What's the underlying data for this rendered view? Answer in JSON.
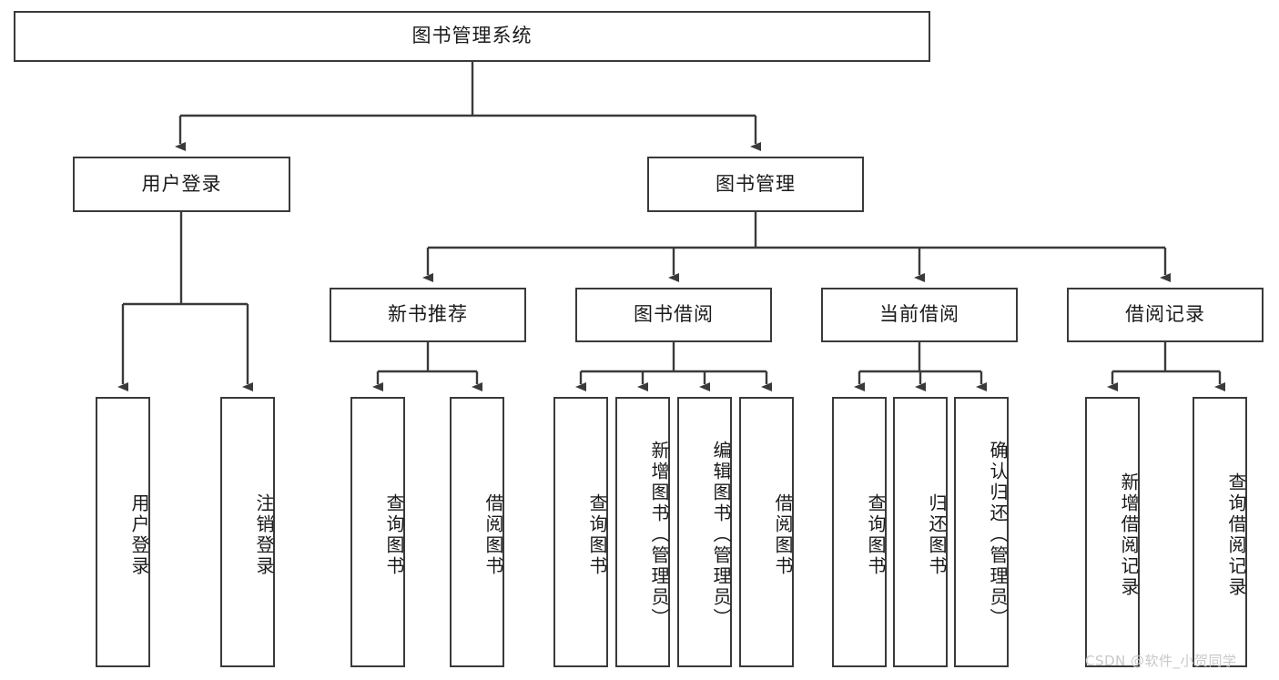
{
  "diagram": {
    "title": "图书管理系统",
    "type": "tree-hierarchy",
    "watermark": "CSDN @软件_小贺同学",
    "colors": {
      "node_border": "#3a3a3a",
      "node_fill": "#ffffff",
      "edge": "#3a3a3a",
      "text": "#1a1a1a",
      "watermark": "#c8c8c8",
      "background": "#ffffff"
    },
    "nodes": {
      "root": {
        "label": "图书管理系统"
      },
      "level2": [
        {
          "id": "user-login",
          "label": "用户登录"
        },
        {
          "id": "book-manage",
          "label": "图书管理"
        }
      ],
      "level3": [
        {
          "id": "new-book-rec",
          "label": "新书推荐"
        },
        {
          "id": "book-borrow",
          "label": "图书借阅"
        },
        {
          "id": "current-borrow",
          "label": "当前借阅"
        },
        {
          "id": "borrow-record",
          "label": "借阅记录"
        }
      ],
      "leaves": {
        "user-login": [
          {
            "id": "leaf-user-login",
            "label": "用户登录"
          },
          {
            "id": "leaf-logout",
            "label": "注销登录"
          }
        ],
        "new-book-rec": [
          {
            "id": "leaf-query-book-1",
            "label": "查询图书"
          },
          {
            "id": "leaf-borrow-book-1",
            "label": "借阅图书"
          }
        ],
        "book-borrow": [
          {
            "id": "leaf-query-book-2",
            "label": "查询图书"
          },
          {
            "id": "leaf-add-book",
            "label": "新增图书（管理员）"
          },
          {
            "id": "leaf-edit-book",
            "label": "编辑图书（管理员）"
          },
          {
            "id": "leaf-borrow-book-2",
            "label": "借阅图书"
          }
        ],
        "current-borrow": [
          {
            "id": "leaf-query-book-3",
            "label": "查询图书"
          },
          {
            "id": "leaf-return-book",
            "label": "归还图书"
          },
          {
            "id": "leaf-confirm-return",
            "label": "确认归还（管理员）"
          }
        ],
        "borrow-record": [
          {
            "id": "leaf-add-record",
            "label": "新增借阅记录"
          },
          {
            "id": "leaf-query-record",
            "label": "查询借阅记录"
          }
        ]
      }
    }
  }
}
